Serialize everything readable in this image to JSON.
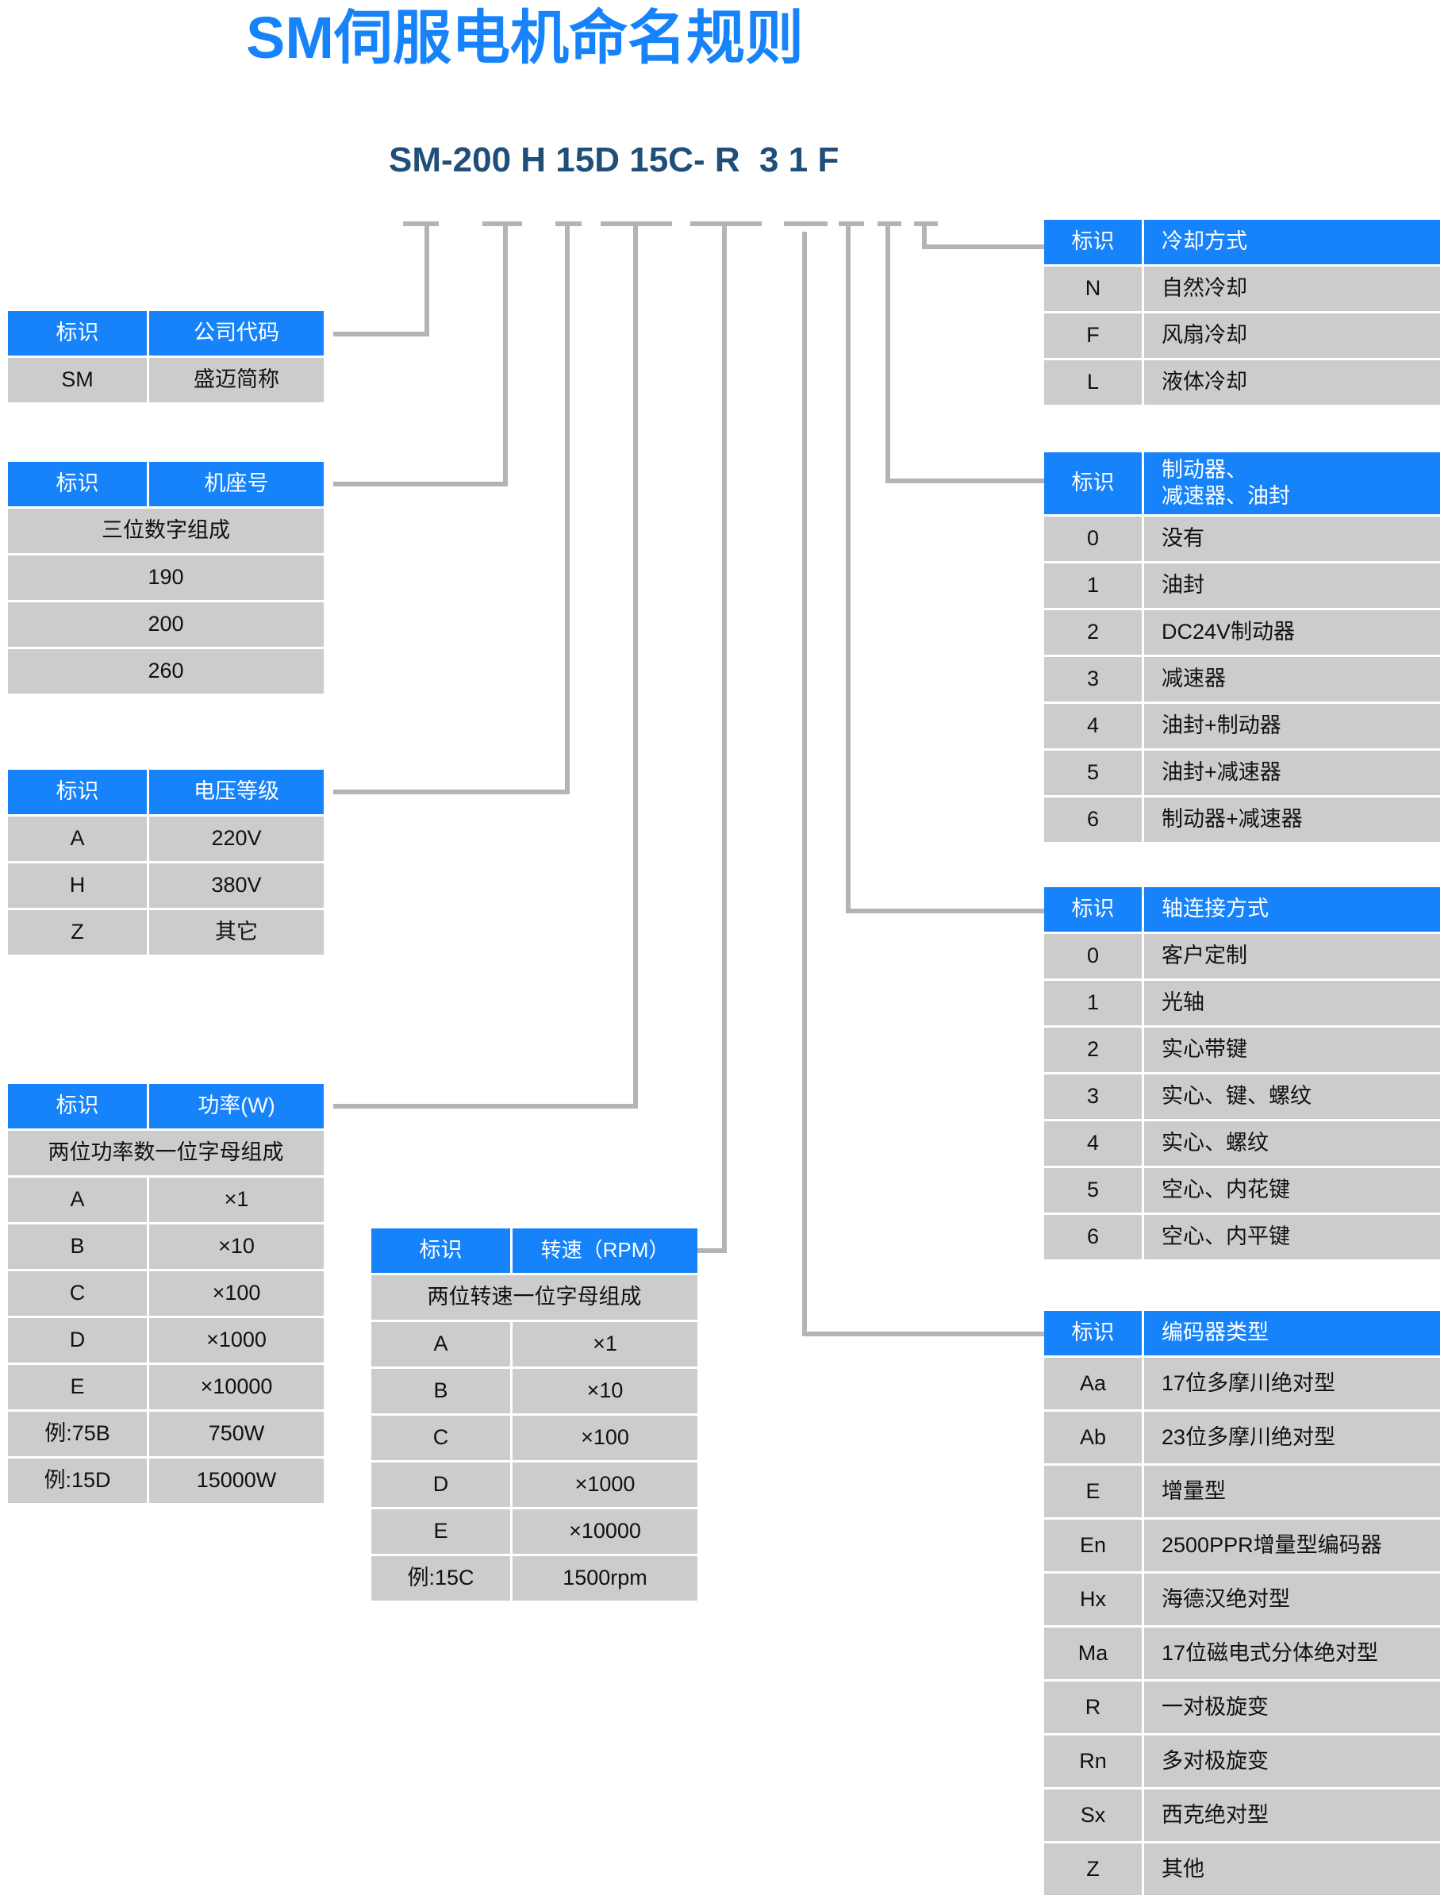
{
  "title": "SM伺服电机命名规则",
  "model_code": "SM-200 H 15D 15C- R  3 1 F",
  "colors": {
    "accent_blue": "#1683fa",
    "code_navy": "#1f4e79",
    "cell_gray": "#cccccc",
    "line_gray": "#b4b4b4"
  },
  "id_header": "标识",
  "tables": {
    "company": {
      "header_id": "标识",
      "header_val": "公司代码",
      "rows": [
        {
          "id": "SM",
          "val": "盛迈简称"
        }
      ]
    },
    "frame": {
      "header_id": "标识",
      "header_val": "机座号",
      "note": "三位数字组成",
      "rows": [
        {
          "val": "190"
        },
        {
          "val": "200"
        },
        {
          "val": "260"
        }
      ]
    },
    "voltage": {
      "header_id": "标识",
      "header_val": "电压等级",
      "rows": [
        {
          "id": "A",
          "val": "220V"
        },
        {
          "id": "H",
          "val": "380V"
        },
        {
          "id": "Z",
          "val": "其它"
        }
      ]
    },
    "power": {
      "header_id": "标识",
      "header_val": "功率(W)",
      "note": "两位功率数一位字母组成",
      "rows": [
        {
          "id": "A",
          "val": "×1"
        },
        {
          "id": "B",
          "val": "×10"
        },
        {
          "id": "C",
          "val": "×100"
        },
        {
          "id": "D",
          "val": "×1000"
        },
        {
          "id": "E",
          "val": "×10000"
        },
        {
          "id": "例:75B",
          "val": "750W"
        },
        {
          "id": "例:15D",
          "val": "15000W"
        }
      ]
    },
    "speed": {
      "header_id": "标识",
      "header_val": "转速（RPM）",
      "note": "两位转速一位字母组成",
      "rows": [
        {
          "id": "A",
          "val": "×1"
        },
        {
          "id": "B",
          "val": "×10"
        },
        {
          "id": "C",
          "val": "×100"
        },
        {
          "id": "D",
          "val": "×1000"
        },
        {
          "id": "E",
          "val": "×10000"
        },
        {
          "id": "例:15C",
          "val": "1500rpm"
        }
      ]
    },
    "cooling": {
      "header_id": "标识",
      "header_val": "冷却方式",
      "rows": [
        {
          "id": "N",
          "val": "自然冷却"
        },
        {
          "id": "F",
          "val": "风扇冷却"
        },
        {
          "id": "L",
          "val": "液体冷却"
        }
      ]
    },
    "brake": {
      "header_id": "标识",
      "header_val_line1": "制动器、",
      "header_val_line2": "减速器、油封",
      "rows": [
        {
          "id": "0",
          "val": "没有"
        },
        {
          "id": "1",
          "val": "油封"
        },
        {
          "id": "2",
          "val": "DC24V制动器"
        },
        {
          "id": "3",
          "val": "减速器"
        },
        {
          "id": "4",
          "val": "油封+制动器"
        },
        {
          "id": "5",
          "val": "油封+减速器"
        },
        {
          "id": "6",
          "val": "制动器+减速器"
        }
      ]
    },
    "shaft": {
      "header_id": "标识",
      "header_val": "轴连接方式",
      "rows": [
        {
          "id": "0",
          "val": "客户定制"
        },
        {
          "id": "1",
          "val": "光轴"
        },
        {
          "id": "2",
          "val": "实心带键"
        },
        {
          "id": "3",
          "val": "实心、键、螺纹"
        },
        {
          "id": "4",
          "val": "实心、螺纹"
        },
        {
          "id": "5",
          "val": "空心、内花键"
        },
        {
          "id": "6",
          "val": "空心、内平键"
        }
      ]
    },
    "encoder": {
      "header_id": "标识",
      "header_val": "编码器类型",
      "rows": [
        {
          "id": "Aa",
          "val": "17位多摩川绝对型"
        },
        {
          "id": "Ab",
          "val": "23位多摩川绝对型"
        },
        {
          "id": "E",
          "val": "增量型"
        },
        {
          "id": "En",
          "val": "2500PPR增量型编码器"
        },
        {
          "id": "Hx",
          "val": "海德汉绝对型"
        },
        {
          "id": "Ma",
          "val": "17位磁电式分体绝对型"
        },
        {
          "id": "R",
          "val": "一对极旋变"
        },
        {
          "id": "Rn",
          "val": "多对极旋变"
        },
        {
          "id": "Sx",
          "val": "西克绝对型"
        },
        {
          "id": "Z",
          "val": "其他"
        }
      ]
    }
  }
}
